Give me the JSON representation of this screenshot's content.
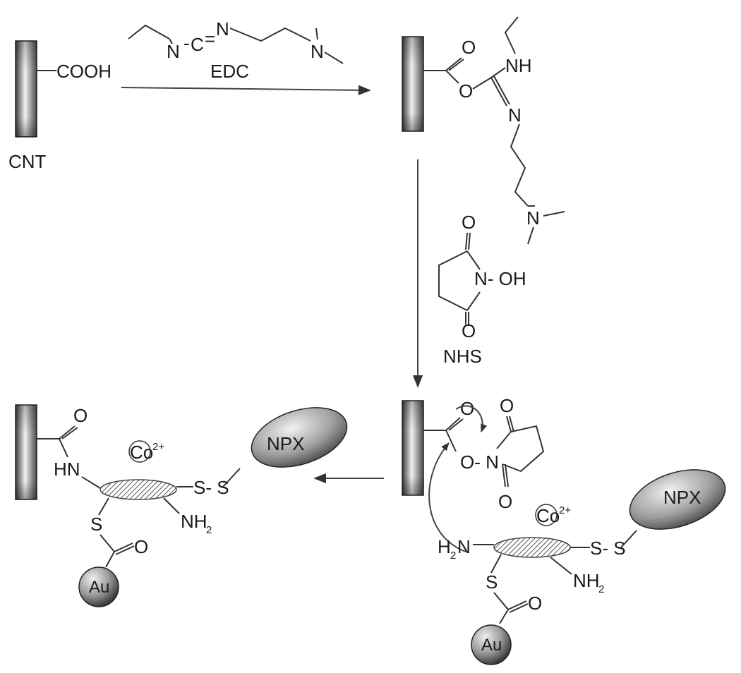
{
  "labels": {
    "cnt": "CNT",
    "cooh": "COOH",
    "edc": "EDC",
    "nhs": "NHS",
    "npx": "NPX",
    "au": "Au",
    "co": "Co",
    "co_charge": "2+",
    "nh": "NH",
    "hn": "HN",
    "nh2": "NH",
    "nh2_sub": "2",
    "h2n": "H",
    "h2n_sub": "2",
    "h2n_n": "N",
    "n": "N",
    "o": "O",
    "s": "S",
    "c": "C",
    "n_oh": "N- OH",
    "o_n": "O- N",
    "ss": "S- S"
  },
  "colors": {
    "ink": "#1a1a1a",
    "bond": "#333333",
    "cnt_dark": "#3a3a3a",
    "cnt_light": "#f2f2f2",
    "sphere_dark": "#2f2f2f",
    "sphere_light": "#e8e8e8"
  }
}
